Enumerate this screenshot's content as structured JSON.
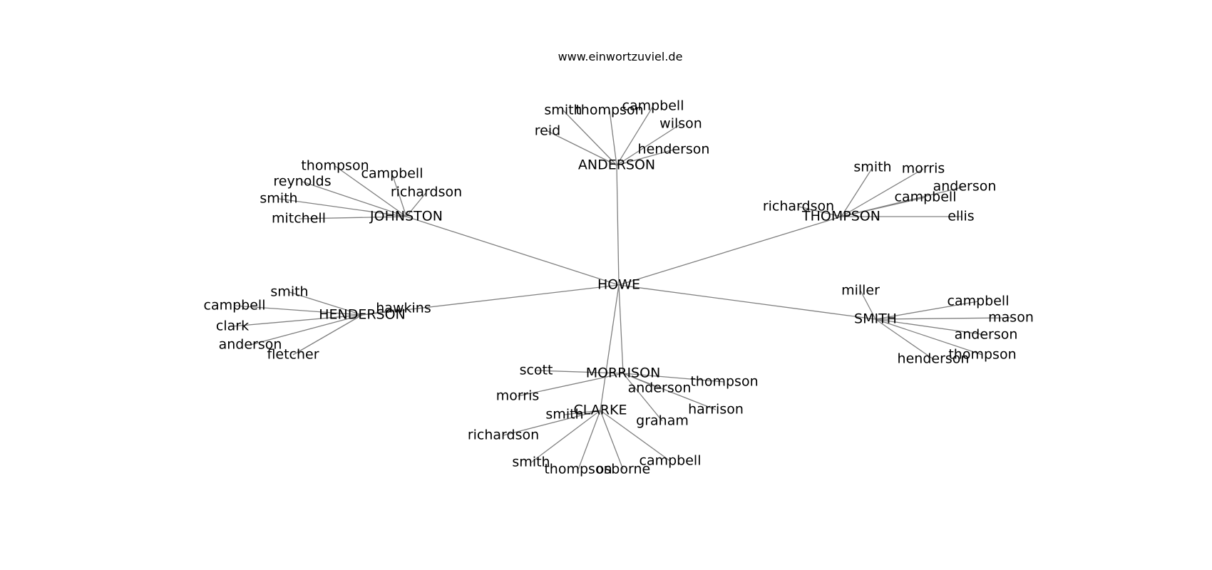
{
  "title": "www.einwortzuviel.de",
  "diagram": {
    "edge_color": "#808080",
    "text_color": "#000000",
    "center": "HOWE",
    "clusters": [
      {
        "name": "ANDERSON",
        "children": [
          "smith",
          "thompson",
          "campbell",
          "wilson",
          "reid",
          "henderson"
        ]
      },
      {
        "name": "JOHNSTON",
        "children": [
          "thompson",
          "campbell",
          "reynolds",
          "richardson",
          "smith",
          "mitchell"
        ]
      },
      {
        "name": "THOMPSON",
        "children": [
          "smith",
          "morris",
          "anderson",
          "campbell",
          "richardson",
          "ellis"
        ]
      },
      {
        "name": "HENDERSON",
        "children": [
          "smith",
          "campbell",
          "clark",
          "anderson",
          "fletcher",
          "hawkins"
        ]
      },
      {
        "name": "SMITH",
        "children": [
          "miller",
          "campbell",
          "mason",
          "anderson",
          "thompson",
          "henderson"
        ]
      },
      {
        "name": "MORRISON",
        "children": [
          "scott",
          "morris",
          "thompson",
          "anderson",
          "harrison",
          "graham"
        ]
      },
      {
        "name": "CLARKE",
        "children": [
          "smith",
          "richardson",
          "smith",
          "thompson",
          "osborne",
          "campbell"
        ]
      }
    ]
  }
}
